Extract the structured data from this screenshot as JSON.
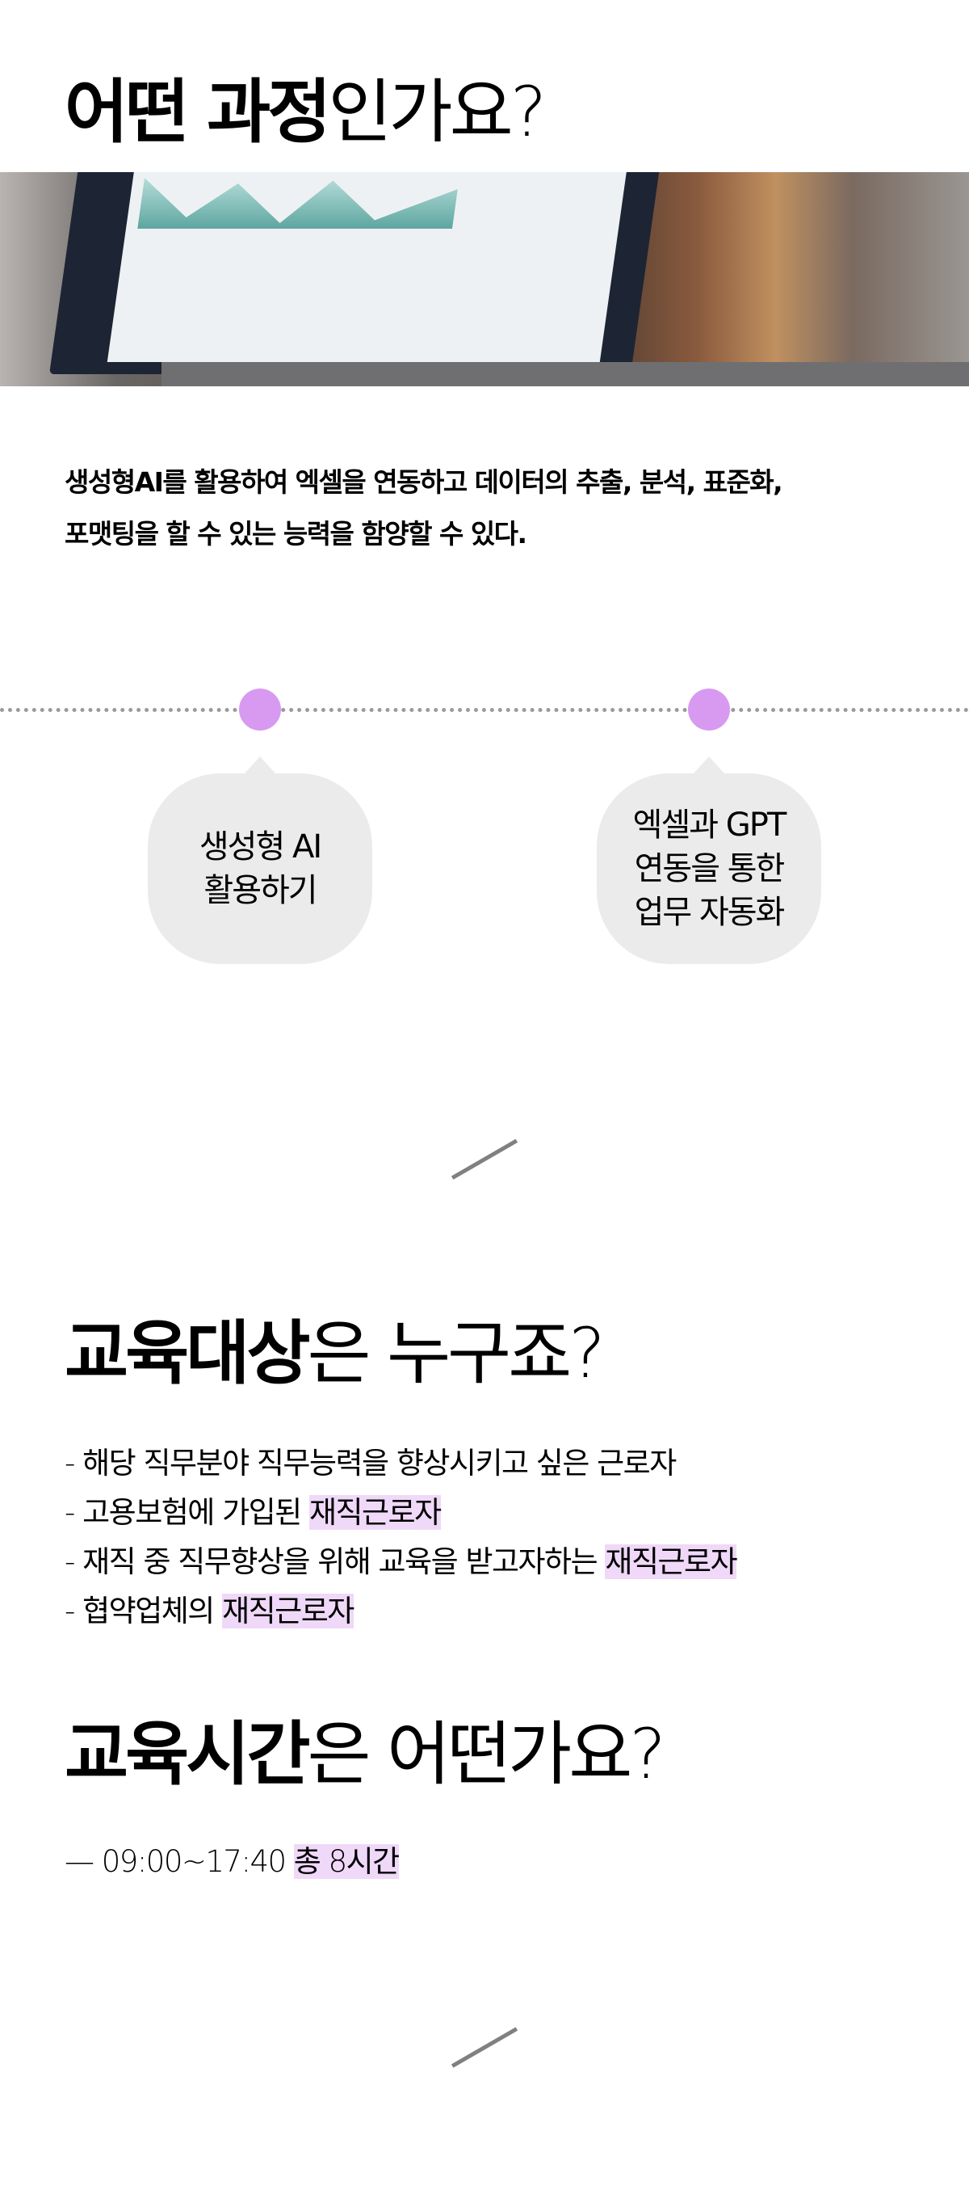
{
  "section_course": {
    "title_bold": "어떤 과정",
    "title_light": "인가요?",
    "description_lines": [
      "생성형AI를 활용하여 엑셀을 연동하고 데이터의 추출, 분석, 표준화,",
      "포맷팅을 할 수 있는 능력을 함양할 수 있다."
    ],
    "timeline": [
      {
        "lines": [
          "생성형 AI",
          "활용하기"
        ]
      },
      {
        "lines": [
          "엑셀과 GPT",
          "연동을 통한",
          "업무 자동화"
        ]
      }
    ]
  },
  "section_target": {
    "title_bold": "교육대상",
    "title_light": "은 누구죠?",
    "items": [
      {
        "text": "- 해당 직무분야 직무능력을 향상시키고 싶은 근로자",
        "highlight": ""
      },
      {
        "text": "- 고용보험에 가입된 ",
        "highlight": "재직근로자"
      },
      {
        "text": "- 재직 중 직무향상을 위해 교육을 받고자하는 ",
        "highlight": "재직근로자"
      },
      {
        "text": "- 협약업체의 ",
        "highlight": "재직근로자"
      }
    ]
  },
  "section_time": {
    "title_bold": "교육시간",
    "title_light": "은 어떤가요?",
    "time_text": "— 09:00~17:40 ",
    "time_highlight": "총 8시간"
  },
  "colors": {
    "accent_dot": "#d89af0",
    "highlight": "#f0d8f8",
    "bubble": "#ebebeb",
    "divider": "#808080"
  }
}
